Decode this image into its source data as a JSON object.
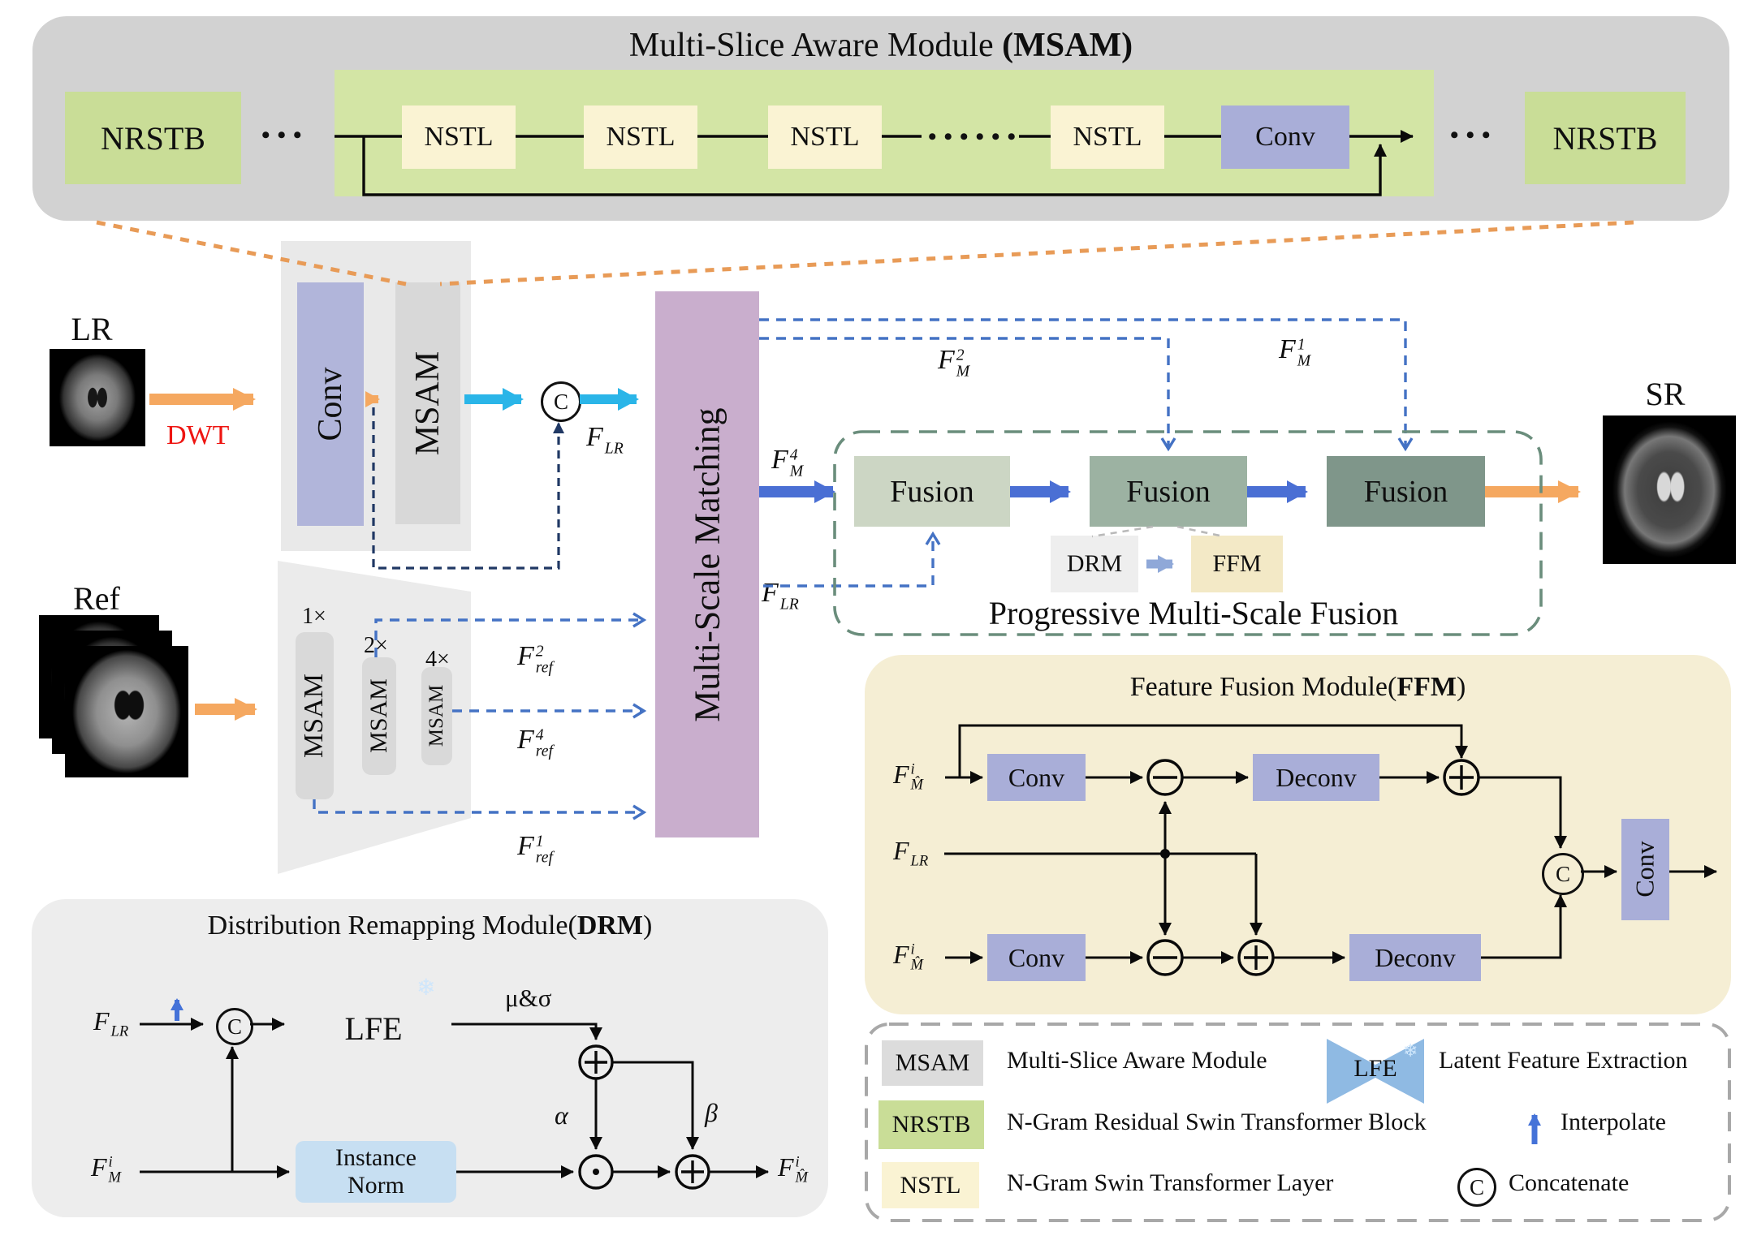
{
  "colors": {
    "top_container": "#d2d2d2",
    "green_block": "#c9dd97",
    "green_container": "#d3e5a5",
    "cream_block": "#faf3d3",
    "purple_chip": "#a9aed8",
    "conv_block": "#b1b5da",
    "msam_block": "#d8d8d8",
    "matching_purple": "#c9aecd",
    "cyan_arrow": "#2ab5e8",
    "orange_arrow": "#f5a860",
    "dwt_red": "#ee1511",
    "royal_blue": "#4a6fd4",
    "dash_blue": "#4472c4",
    "navy_dash": "#203864",
    "fusion_1": "#ccd6c4",
    "fusion_2": "#9cb2a2",
    "fusion_3": "#7f968a",
    "sage_dash": "#6a8d7c",
    "ffm_bg": "#f5eed4",
    "drm_bg": "#ededed",
    "lfe_blue": "#8fbae3",
    "instance_norm_blue": "#c7dff2",
    "steel_arrow": "#8fa8d8"
  },
  "msam_top": {
    "title_pre": "Multi-Slice Aware Module  ",
    "title_bold": "(MSAM)",
    "nrstb_left": "NRSTB",
    "nrstb_right": "NRSTB",
    "dots_left": "•••",
    "dots_mid": "••••••",
    "dots_right": "•••",
    "nstl": [
      "NSTL",
      "NSTL",
      "NSTL",
      "NSTL"
    ],
    "conv": "Conv"
  },
  "lr_path": {
    "label": "LR",
    "dwt": "DWT",
    "conv": "Conv",
    "msam": "MSAM"
  },
  "ref_path": {
    "label": "Ref",
    "scale1": "1×",
    "scale2": "2×",
    "scale3": "4×",
    "msam": "MSAM"
  },
  "matching": {
    "label": "Multi-Scale Matching"
  },
  "fusion": {
    "box1": "Fusion",
    "box2": "Fusion",
    "box3": "Fusion",
    "drm": "DRM",
    "ffm": "FFM",
    "caption": "Progressive Multi-Scale Fusion"
  },
  "sr": {
    "label": "SR"
  },
  "drm": {
    "title_pre": "Distribution Remapping Module(",
    "title_bold": "DRM",
    "title_post": ")",
    "lfe": "LFE",
    "snowflake": "❄",
    "instance_line1": "Instance",
    "instance_line2": "Norm",
    "mu_sigma": "μ&σ",
    "alpha": "α",
    "beta": "β"
  },
  "ffm": {
    "title_pre": "Feature Fusion Module(",
    "title_bold": "FFM",
    "title_post": ")",
    "conv_top": "Conv",
    "conv_bottom": "Conv",
    "conv_out": "Conv",
    "deconv_top": "Deconv",
    "deconv_bottom": "Deconv"
  },
  "legend": {
    "items": [
      {
        "chip": "MSAM",
        "desc": "Multi-Slice Aware Module"
      },
      {
        "chip": "NRSTB",
        "desc": "N-Gram Residual Swin Transformer Block"
      },
      {
        "chip": "NSTL",
        "desc": "N-Gram Swin Transformer Layer"
      }
    ],
    "lfe_chip": "LFE",
    "lfe_desc": "Latent Feature Extraction",
    "snowflake": "❄",
    "interpolate": "Interpolate",
    "concatenate": "Concatenate"
  },
  "symbols": {
    "concat": "C"
  },
  "labels": {
    "f_lr": {
      "base": "F",
      "sup": "",
      "sub": "LR"
    },
    "f_m1": {
      "base": "F",
      "sup": "1",
      "sub": "M"
    },
    "f_m2": {
      "base": "F",
      "sup": "2",
      "sub": "M"
    },
    "f_m4": {
      "base": "F",
      "sup": "4",
      "sub": "M"
    },
    "f_ref1": {
      "base": "F",
      "sup": "1",
      "sub": "ref"
    },
    "f_ref2": {
      "base": "F",
      "sup": "2",
      "sub": "ref"
    },
    "f_ref4": {
      "base": "F",
      "sup": "4",
      "sub": "ref"
    },
    "f_m_i": {
      "base": "F",
      "sup": "i",
      "sub": "M"
    },
    "f_mhat_i": {
      "base": "F",
      "sup": "i",
      "sub": "M̂"
    }
  }
}
